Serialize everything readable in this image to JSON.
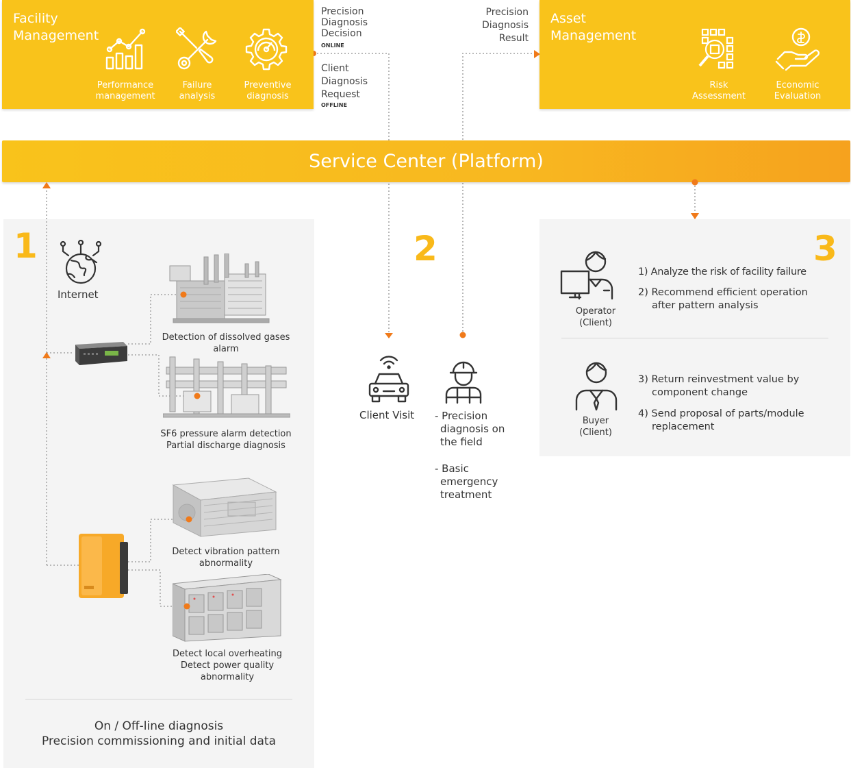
{
  "facility": {
    "title_line1": "Facility",
    "title_line2": "Management",
    "items": [
      {
        "icon": "chart-icon",
        "line1": "Performance",
        "line2": "management"
      },
      {
        "icon": "tools-icon",
        "line1": "Failure",
        "line2": "analysis"
      },
      {
        "icon": "gear-gauge-icon",
        "line1": "Preventive",
        "line2": "diagnosis"
      }
    ]
  },
  "asset": {
    "title_line1": "Asset",
    "title_line2": "Management",
    "items": [
      {
        "icon": "risk-search-icon",
        "line1": "Risk",
        "line2": "Assessment"
      },
      {
        "icon": "hand-coin-icon",
        "line1": "Economic",
        "line2": "Evaluation"
      }
    ]
  },
  "flow_left": {
    "decision_lines": [
      "Precision",
      "Diagnosis",
      "Decision"
    ],
    "online": "ONLINE",
    "request_lines": [
      "Client",
      "Diagnosis",
      "Request"
    ],
    "offline": "OFFLINE"
  },
  "flow_right": {
    "result_lines": [
      "Precision",
      "Diagnosis",
      "Result"
    ]
  },
  "service_center": "Service Center (Platform)",
  "panel1": {
    "number": "1",
    "internet": "Internet",
    "cap_gas": [
      "Detection of dissolved gases",
      "alarm"
    ],
    "cap_sf6": [
      "SF6 pressure alarm detection",
      "Partial discharge diagnosis"
    ],
    "cap_vibration": [
      "Detect vibration pattern",
      "abnormality"
    ],
    "cap_overheat": [
      "Detect local overheating",
      "Detect power quality",
      "abnormality"
    ],
    "footer_lines": [
      "On / Off-line diagnosis",
      "Precision commissioning and initial data"
    ]
  },
  "panel2": {
    "number": "2",
    "client_visit": "Client Visit",
    "bullet1": [
      "- Precision",
      "diagnosis on",
      "the field"
    ],
    "bullet2": [
      "- Basic",
      "emergency",
      "treatment"
    ]
  },
  "panel3": {
    "number": "3",
    "operator": [
      "Operator",
      "(Client)"
    ],
    "buyer": [
      "Buyer",
      "(Client)"
    ],
    "item1": "1) Analyze the risk of facility failure",
    "item2": [
      "2) Recommend efficient operation",
      "after pattern analysis"
    ],
    "item3": [
      "3) Return reinvestment value by",
      "component change"
    ],
    "item4": [
      "4) Send proposal of parts/module",
      "replacement"
    ]
  },
  "colors": {
    "yellow": "#f9c31b",
    "orange": "#f7a520",
    "accent_dot": "#f07a1a",
    "panel_gray": "#f4f4f4"
  }
}
